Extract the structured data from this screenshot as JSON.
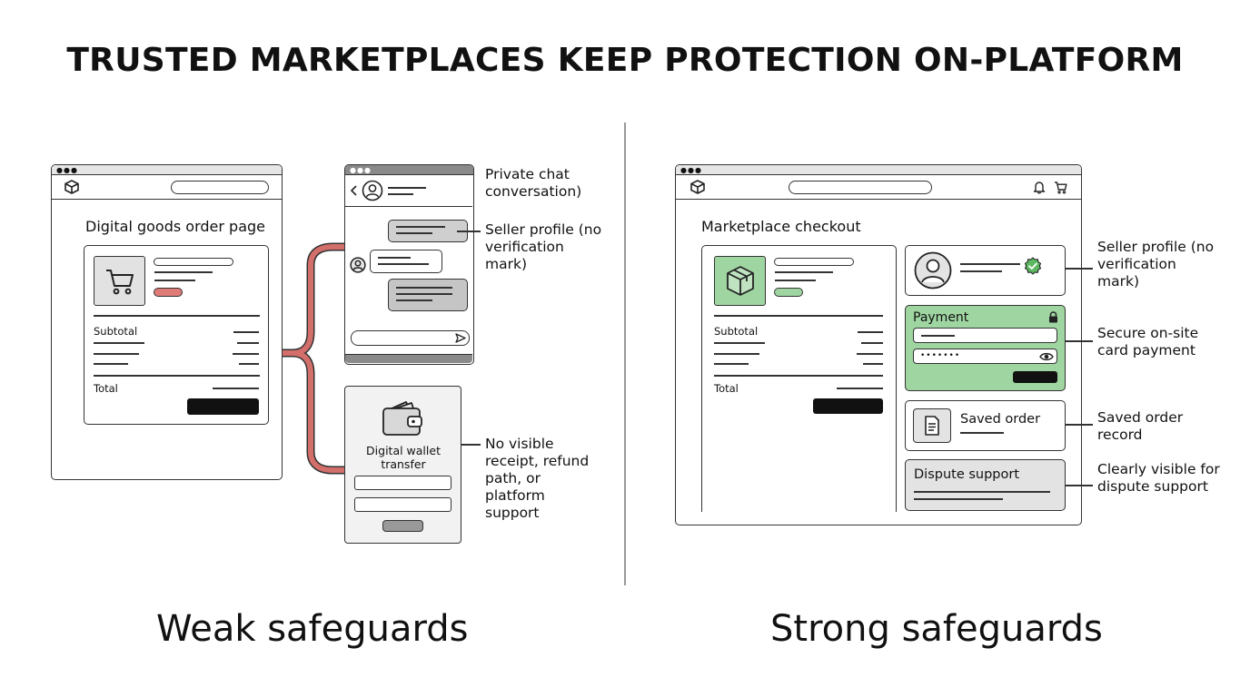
{
  "title": "TRUSTED MARKETPLACES KEEP PROTECTION ON-PLATFORM",
  "weak": {
    "caption": "Weak safeguards",
    "order_page_title": "Digital goods order page",
    "subtotal_label": "Subtotal",
    "total_label": "Total",
    "wallet_label": "Digital wallet transfer",
    "annotations": {
      "chat": "Private chat conversation)",
      "seller": "Seller profile (no verification mark)",
      "no_receipt": "No visible receipt, refund path, or platform support"
    },
    "colors": {
      "connector": "#d26f6b",
      "tag": "#e07c78"
    }
  },
  "strong": {
    "caption": "Strong safeguards",
    "page_title": "Marketplace checkout",
    "subtotal_label": "Subtotal",
    "total_label": "Total",
    "payment_label": "Payment",
    "password_mask": "•••••••",
    "saved_order_label": "Saved order",
    "dispute_label": "Dispute support",
    "annotations": {
      "seller": "Seller profile (no verification mark)",
      "payment": "Secure on-site card payment",
      "saved": "Saved order record",
      "dispute": "Clearly visible for dispute support"
    },
    "colors": {
      "accent": "#9fd5a1",
      "check": "#5cb860"
    }
  }
}
